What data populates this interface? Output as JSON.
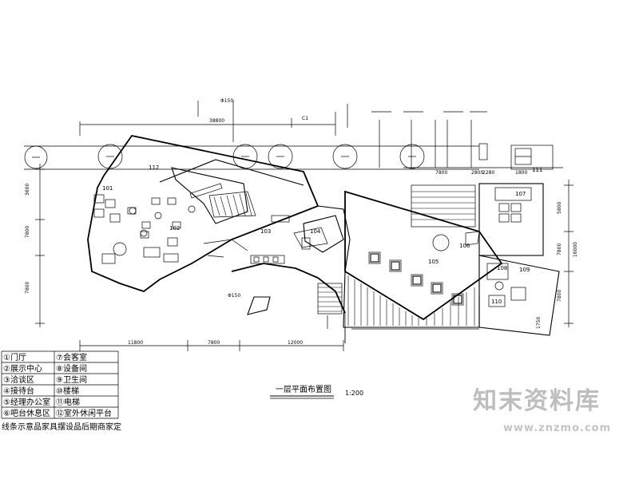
{
  "drawing": {
    "title": "一层平面布置图",
    "scale": "1:200"
  },
  "dimensions_top": [
    "38800",
    "7800",
    "2800",
    "2280",
    "1800"
  ],
  "dimensions_bottom": [
    "11800",
    "7800",
    "12000"
  ],
  "dimensions_right": [
    "5800",
    "7800",
    "16000",
    "7800",
    "1750"
  ],
  "dimensions_left": [
    "3600",
    "7800",
    "7800"
  ],
  "diameter_top": "Φ150",
  "diameter_bottom": "Φ150",
  "room_tags": [
    "112",
    "101",
    "102",
    "103",
    "104",
    "105",
    "106",
    "107",
    "108",
    "109",
    "110",
    "111"
  ],
  "legend": {
    "rows": [
      {
        "left": "①门厅",
        "right": "⑦会客室"
      },
      {
        "left": "②展示中心",
        "right": "⑧设备间"
      },
      {
        "left": "③洽谈区",
        "right": "⑨卫生间"
      },
      {
        "left": "④接待台",
        "right": "⑩楼梯"
      },
      {
        "left": "⑤经理办公室",
        "right": "⑪电梯"
      },
      {
        "left": "⑥吧台休息区",
        "right": "⑫室外休闲平台"
      }
    ]
  },
  "note": "线条示意品家具摆设品后期商家定",
  "watermark": {
    "brand": "知末资料库",
    "url": "www.znzmo.com",
    "brand_color": "#bdbdbd"
  }
}
